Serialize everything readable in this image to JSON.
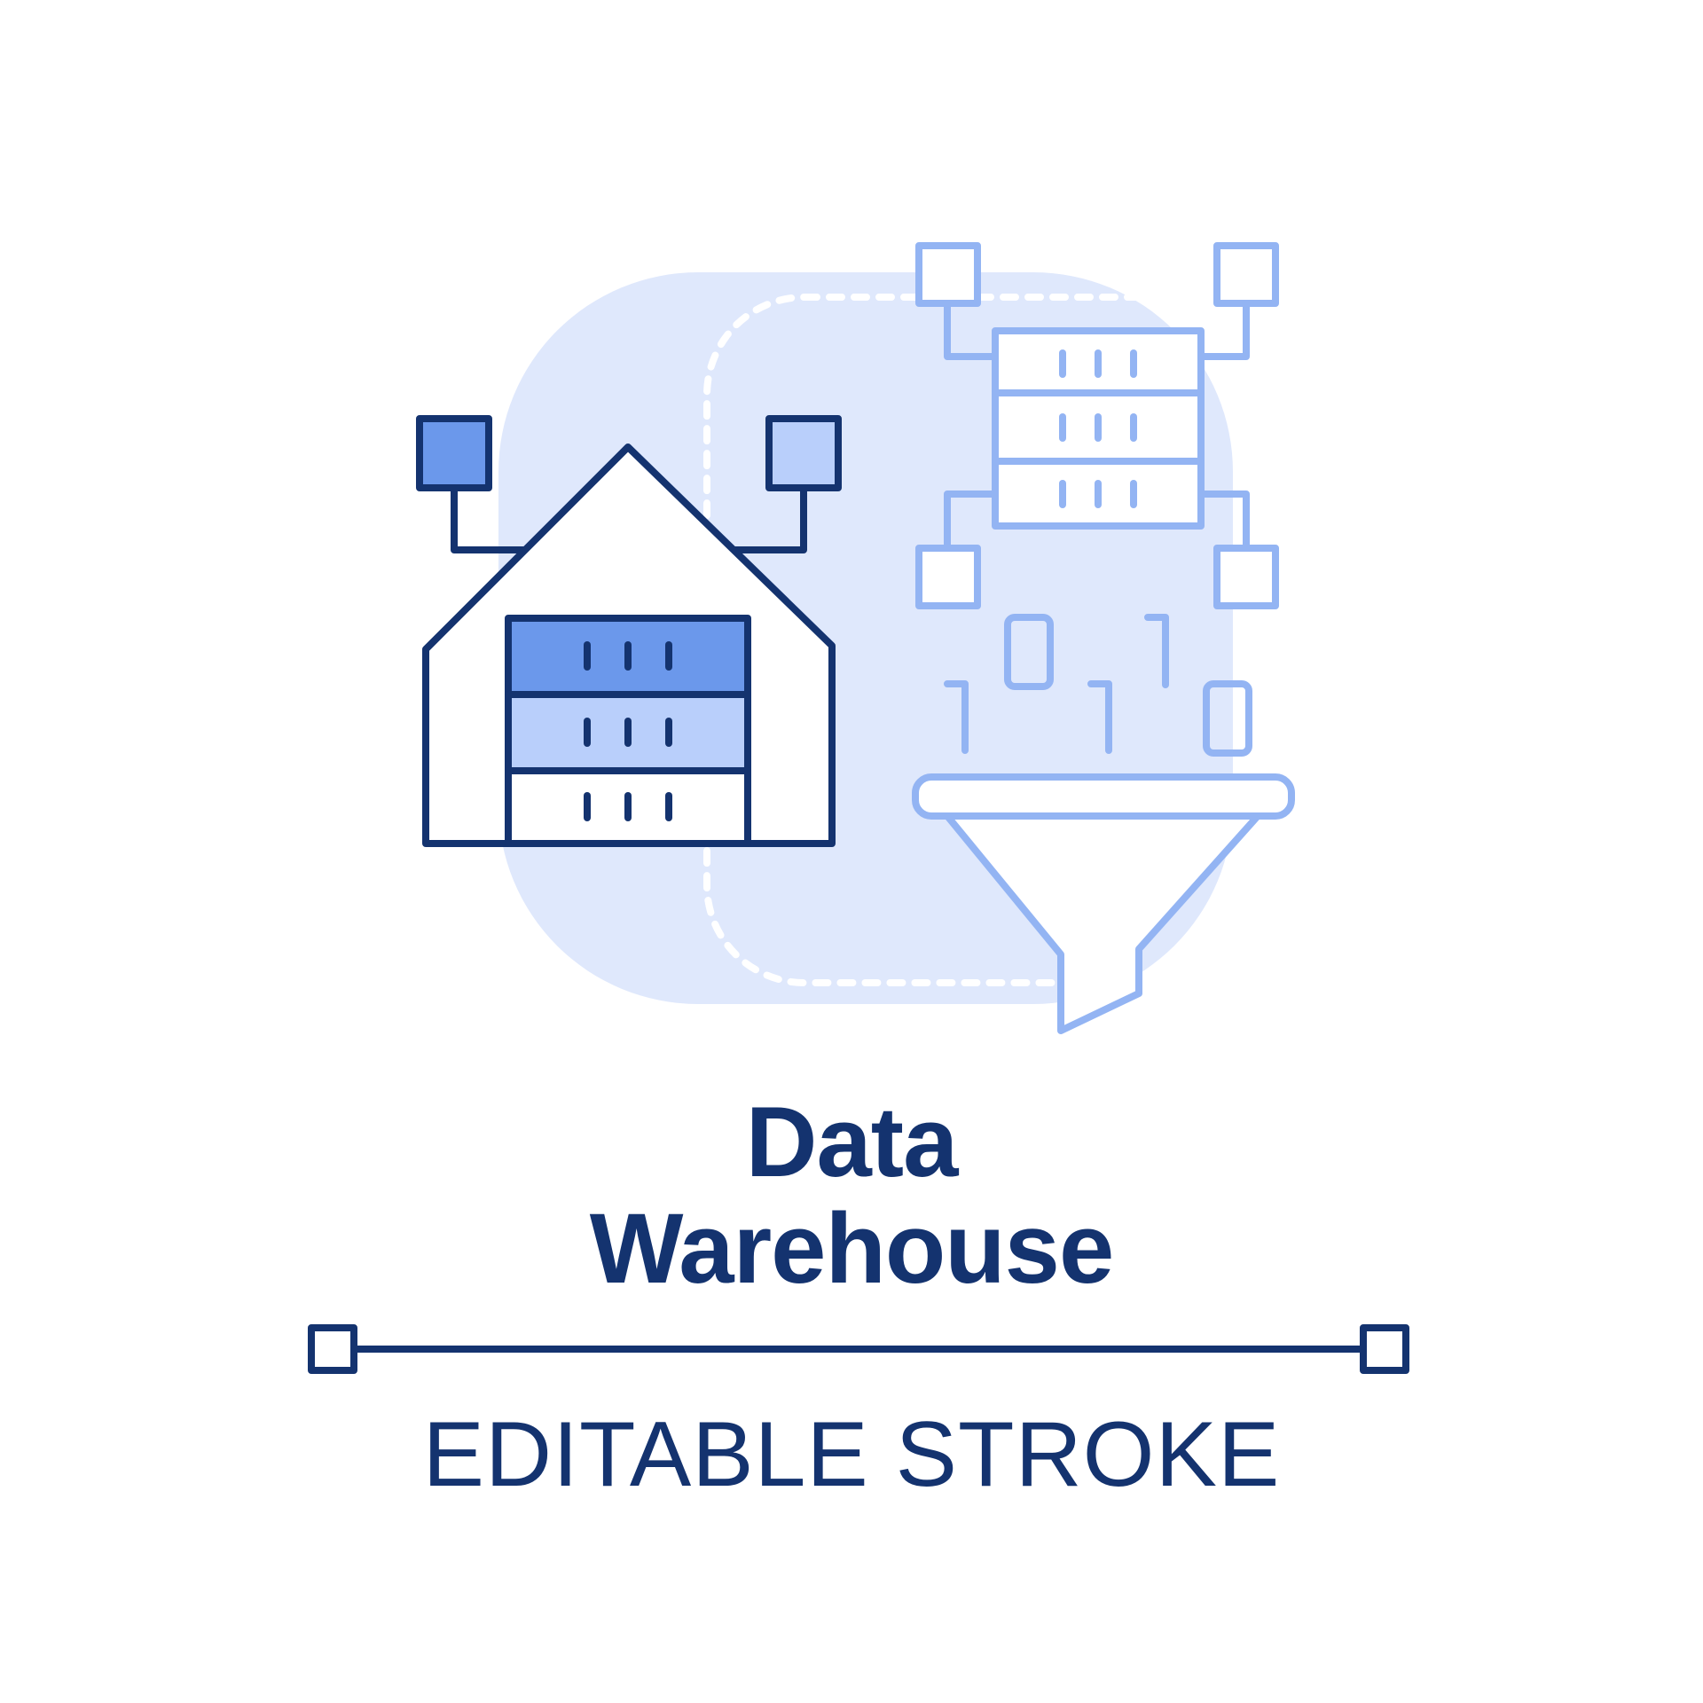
{
  "title": {
    "line1": "Data",
    "line2": "Warehouse"
  },
  "caption": "EDITABLE STROKE",
  "colors": {
    "dark_navy": "#14336f",
    "medium_blue": "#6b98eb",
    "light_blue": "#b9cffb",
    "pale_blue": "#dfe8fc",
    "soft_outline_blue": "#93b4f3",
    "white": "#ffffff"
  },
  "icons": {
    "warehouse": "warehouse-icon",
    "server": "server-stack-icon",
    "funnel": "funnel-icon",
    "binary": "binary-digits-icon"
  },
  "binary_digits": [
    "1",
    "0",
    "1",
    "1",
    "0"
  ]
}
